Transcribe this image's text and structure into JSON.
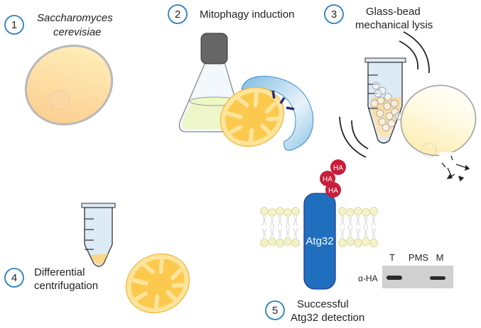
{
  "steps": [
    {
      "number": "1",
      "line1": "Saccharomyces",
      "line2": "cerevisiae"
    },
    {
      "number": "2",
      "line1": "Mitophagy induction"
    },
    {
      "number": "3",
      "line1": "Glass-bead",
      "line2": "mechanical lysis"
    },
    {
      "number": "4",
      "line1": "Differential",
      "line2": "centrifugation"
    },
    {
      "number": "5",
      "line1": "Successful",
      "line2": "Atg32 detection"
    }
  ],
  "protein": {
    "name": "Atg32",
    "tags": [
      "HA",
      "HA",
      "HA"
    ]
  },
  "blot": {
    "antibody": "α-HA",
    "lanes": [
      "T",
      "PMS",
      "M"
    ],
    "band_present": [
      true,
      false,
      true
    ]
  },
  "colors": {
    "step_circle": "#2a7fc1",
    "atg32": "#1f6fbe",
    "ha_tag": "#c81e3a",
    "mitochondrion": "#fcc94f",
    "phagophore": "#8cc4e3"
  }
}
